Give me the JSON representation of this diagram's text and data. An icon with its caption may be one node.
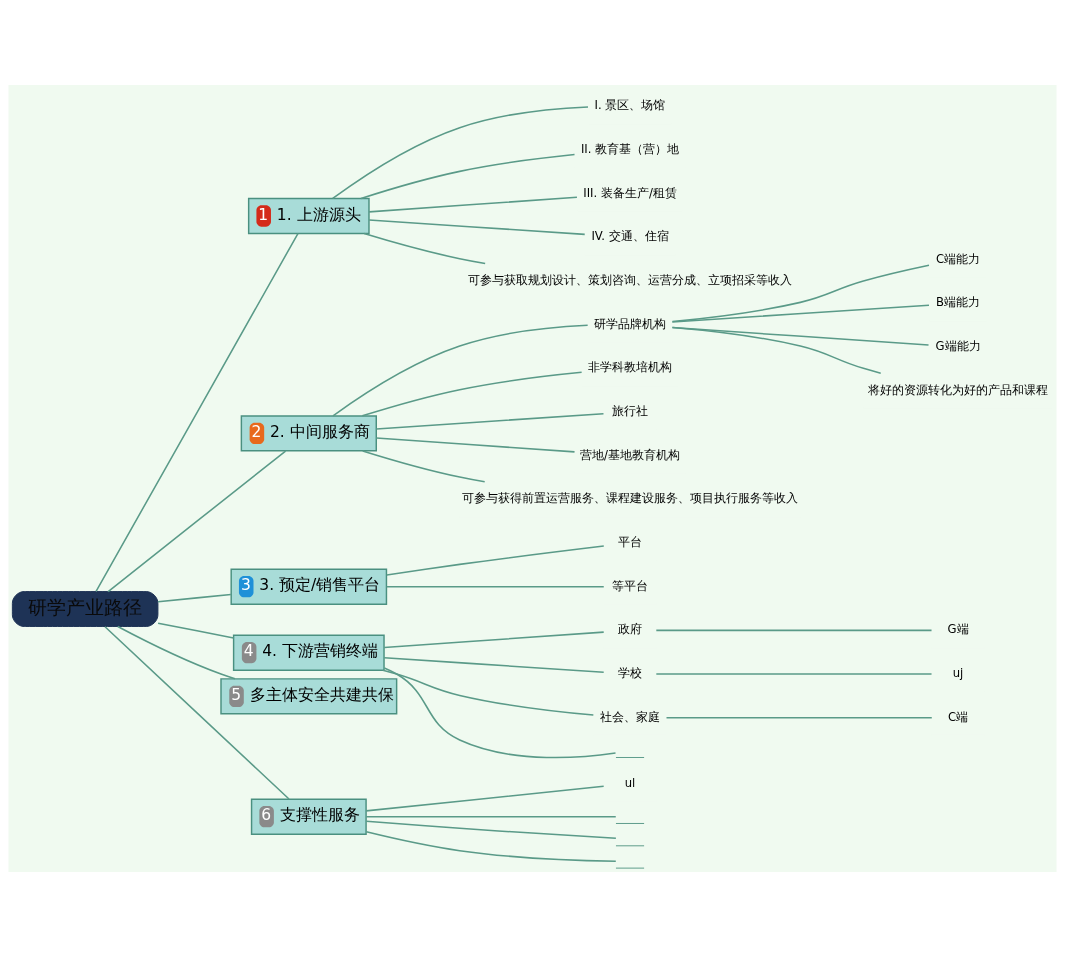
{
  "diagram": {
    "nodes": [
      {
        "text": [
          "研学产业路径"
        ]
      },
      {
        "text": [
          "1",
          "1. 上游源头"
        ]
      },
      {
        "text": [
          "I. 景区、场馆"
        ]
      },
      {
        "text": [
          "II. 教育基（营）地"
        ]
      },
      {
        "text": [
          "III. 装备生产/租赁"
        ]
      },
      {
        "text": [
          "IV. 交通、住宿"
        ]
      },
      {
        "text": [
          "可参与获取规划设计、策划咨询、运营分成、立项招采等收入"
        ]
      },
      {
        "text": [
          "2",
          "2. 中间服务商"
        ]
      },
      {
        "text": [
          "研学品牌机构"
        ]
      },
      {
        "text": [
          "C端能力"
        ]
      },
      {
        "text": [
          "B端能力"
        ]
      },
      {
        "text": [
          "G端能力"
        ]
      },
      {
        "text": [
          "将好的资源转化为好的产品和课程"
        ]
      },
      {
        "text": [
          "非学科教培机构"
        ]
      },
      {
        "text": [
          "旅行社"
        ]
      },
      {
        "text": [
          "营地/基地教育机构"
        ]
      },
      {
        "text": [
          "可参与获得前置运营服务、课程建设服务、项目执行服务等收入"
        ]
      },
      {
        "text": [
          "3",
          "3. 预定/销售平台"
        ]
      },
      {
        "text": [
          "平台"
        ]
      },
      {
        "text": [
          "等平台"
        ]
      },
      {
        "text": [
          "4",
          "4. 下游营销终端"
        ]
      },
      {
        "text": [
          "政府"
        ]
      },
      {
        "text": [
          "G端"
        ]
      },
      {
        "text": [
          "学校"
        ]
      },
      {
        "text": [
          "uj"
        ]
      },
      {
        "text": [
          "社会、家庭"
        ]
      },
      {
        "text": [
          "C端"
        ]
      },
      {
        "text": [],
        "shape": "line"
      },
      {
        "text": [
          "5",
          "多主体安全共建共保"
        ]
      },
      {
        "text": [
          "6",
          "支撑性服务"
        ]
      },
      {
        "text": [
          "ul"
        ]
      },
      {
        "text": [],
        "shape": "line"
      },
      {
        "text": [],
        "shape": "line"
      },
      {
        "text": [],
        "shape": "line"
      }
    ],
    "edges": [
      {
        "from": 0,
        "to": 1,
        "arrow": "none"
      },
      {
        "from": 1,
        "to": 2,
        "arrow": "none"
      },
      {
        "from": 1,
        "to": 3,
        "arrow": "none"
      },
      {
        "from": 1,
        "to": 4,
        "arrow": "none"
      },
      {
        "from": 1,
        "to": 5,
        "arrow": "none"
      },
      {
        "from": 1,
        "to": 6,
        "arrow": "none"
      },
      {
        "from": 0,
        "to": 7,
        "arrow": "none"
      },
      {
        "from": 7,
        "to": 8,
        "arrow": "none"
      },
      {
        "from": 8,
        "to": 9,
        "arrow": "none"
      },
      {
        "from": 8,
        "to": 10,
        "arrow": "none"
      },
      {
        "from": 8,
        "to": 11,
        "arrow": "none"
      },
      {
        "from": 8,
        "to": 12,
        "arrow": "none"
      },
      {
        "from": 7,
        "to": 13,
        "arrow": "none"
      },
      {
        "from": 7,
        "to": 14,
        "arrow": "none"
      },
      {
        "from": 7,
        "to": 15,
        "arrow": "none"
      },
      {
        "from": 7,
        "to": 16,
        "arrow": "none"
      },
      {
        "from": 0,
        "to": 17,
        "arrow": "none"
      },
      {
        "from": 17,
        "to": 18,
        "arrow": "none"
      },
      {
        "from": 17,
        "to": 19,
        "arrow": "none"
      },
      {
        "from": 0,
        "to": 20,
        "arrow": "none"
      },
      {
        "from": 20,
        "to": 21,
        "arrow": "none"
      },
      {
        "from": 21,
        "to": 22,
        "arrow": "none"
      },
      {
        "from": 20,
        "to": 23,
        "arrow": "none"
      },
      {
        "from": 23,
        "to": 24,
        "arrow": "none"
      },
      {
        "from": 20,
        "to": 25,
        "arrow": "none"
      },
      {
        "from": 25,
        "to": 26,
        "arrow": "none"
      },
      {
        "from": 20,
        "to": 27,
        "arrow": "none"
      },
      {
        "from": 0,
        "to": 28,
        "arrow": "none"
      },
      {
        "from": 0,
        "to": 29,
        "arrow": "none"
      },
      {
        "from": 29,
        "to": 30,
        "arrow": "none"
      },
      {
        "from": 29,
        "to": 31,
        "arrow": "none"
      },
      {
        "from": 29,
        "to": 32,
        "arrow": "none"
      },
      {
        "from": 29,
        "to": 33,
        "arrow": "none"
      }
    ]
  }
}
